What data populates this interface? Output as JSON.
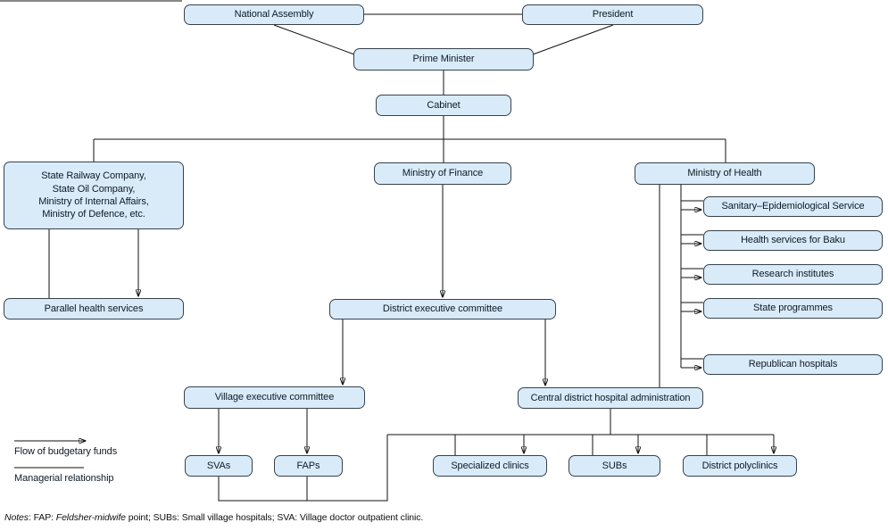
{
  "colors": {
    "node_fill": "#d9ebf9",
    "node_border": "#37424c",
    "line": "#121212",
    "text": "#0e1a26"
  },
  "nodes": {
    "national_assembly": "National Assembly",
    "president": "President",
    "prime_minister": "Prime Minister",
    "cabinet": "Cabinet",
    "parallel_group": "State Railway Company,\nState Oil Company,\nMinistry of Internal Affairs,\nMinistry of Defence, etc.",
    "ministry_of_finance": "Ministry of Finance",
    "ministry_of_health": "Ministry of Health",
    "sanitary_epidemiological_service": "Sanitary–Epidemiological Service",
    "health_services_for_baku": "Health services for Baku",
    "research_institutes": "Research institutes",
    "state_programmes": "State programmes",
    "republican_hospitals": "Republican hospitals",
    "parallel_health_services": "Parallel health services",
    "district_executive_committee": "District executive committee",
    "village_executive_committee": "Village executive committee",
    "central_district_hospital_administration": "Central district hospital administration",
    "svas": "SVAs",
    "faps": "FAPs",
    "specialized_clinics": "Specialized clinics",
    "subs": "SUBs",
    "district_polyclinics": "District polyclinics"
  },
  "legend": {
    "budget": "Flow of budgetary funds",
    "managerial": "Managerial relationship"
  },
  "notes": {
    "seg_label": "Notes",
    "seg1": ": FAP: ",
    "seg_fap": "Feldsher-midwife",
    "seg2": " point; SUBs: Small village hospitals; SVA: Village doctor outpatient clinic."
  },
  "edges": [
    {
      "from": "national_assembly",
      "to": "president",
      "type": "managerial"
    },
    {
      "from": "national_assembly",
      "to": "prime_minister",
      "type": "managerial"
    },
    {
      "from": "president",
      "to": "prime_minister",
      "type": "managerial"
    },
    {
      "from": "prime_minister",
      "to": "cabinet",
      "type": "managerial"
    },
    {
      "from": "cabinet",
      "to": "parallel_group",
      "type": "managerial"
    },
    {
      "from": "cabinet",
      "to": "ministry_of_finance",
      "type": "managerial"
    },
    {
      "from": "cabinet",
      "to": "ministry_of_health",
      "type": "managerial"
    },
    {
      "from": "parallel_group",
      "to": "parallel_health_services",
      "type": "managerial"
    },
    {
      "from": "parallel_group",
      "to": "parallel_health_services",
      "type": "budget"
    },
    {
      "from": "ministry_of_finance",
      "to": "district_executive_committee",
      "type": "budget"
    },
    {
      "from": "ministry_of_health",
      "to": "central_district_hospital_administration",
      "type": "managerial"
    },
    {
      "from": "ministry_of_health",
      "to": "sanitary_epidemiological_service",
      "type": "managerial"
    },
    {
      "from": "ministry_of_health",
      "to": "sanitary_epidemiological_service",
      "type": "budget"
    },
    {
      "from": "ministry_of_health",
      "to": "health_services_for_baku",
      "type": "managerial"
    },
    {
      "from": "ministry_of_health",
      "to": "health_services_for_baku",
      "type": "budget"
    },
    {
      "from": "ministry_of_health",
      "to": "research_institutes",
      "type": "managerial"
    },
    {
      "from": "ministry_of_health",
      "to": "research_institutes",
      "type": "budget"
    },
    {
      "from": "ministry_of_health",
      "to": "state_programmes",
      "type": "managerial"
    },
    {
      "from": "ministry_of_health",
      "to": "state_programmes",
      "type": "budget"
    },
    {
      "from": "ministry_of_health",
      "to": "republican_hospitals",
      "type": "managerial"
    },
    {
      "from": "ministry_of_health",
      "to": "republican_hospitals",
      "type": "budget"
    },
    {
      "from": "district_executive_committee",
      "to": "village_executive_committee",
      "type": "budget"
    },
    {
      "from": "district_executive_committee",
      "to": "central_district_hospital_administration",
      "type": "budget"
    },
    {
      "from": "village_executive_committee",
      "to": "svas",
      "type": "budget"
    },
    {
      "from": "village_executive_committee",
      "to": "faps",
      "type": "budget"
    },
    {
      "from": "central_district_hospital_administration",
      "to": "specialized_clinics",
      "type": "budget"
    },
    {
      "from": "central_district_hospital_administration",
      "to": "subs",
      "type": "budget"
    },
    {
      "from": "central_district_hospital_administration",
      "to": "district_polyclinics",
      "type": "budget"
    },
    {
      "from": "svas_and_faps",
      "to": "specialized_clinics",
      "type": "managerial"
    },
    {
      "from": "svas_and_faps",
      "to": "subs",
      "type": "managerial"
    },
    {
      "from": "svas_and_faps",
      "to": "district_polyclinics",
      "type": "managerial"
    }
  ]
}
